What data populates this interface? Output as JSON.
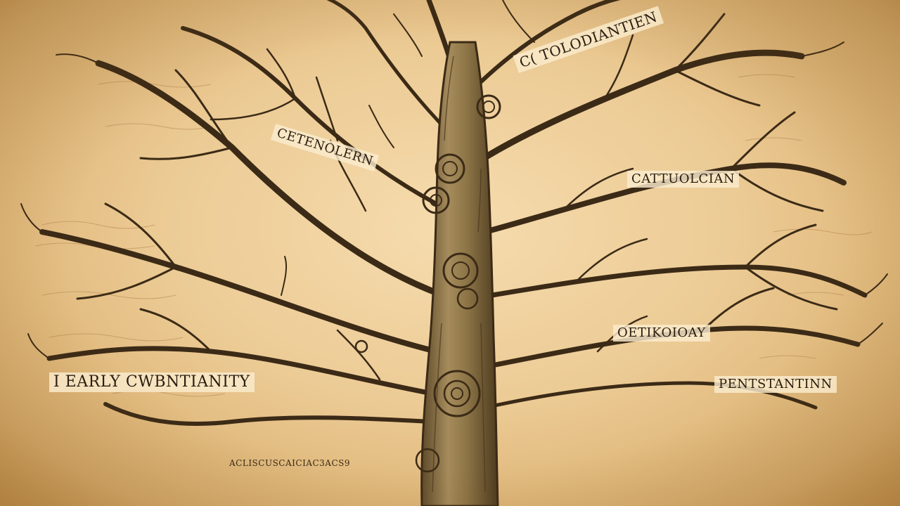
{
  "labels": {
    "top": "C( TOLODIANTIEN",
    "left": "CETENOLERN",
    "right": "CATTUOLCIAN",
    "ortho": "OETIKOIOAY",
    "protest": "PENTSTANTINN",
    "early": "I EARLY CWBNTIANITY",
    "small": "ACLISCUSCAICIAC3ACS9"
  },
  "colors": {
    "parchment": "#f0d2a0",
    "ink": "#3b2a16",
    "trunk": "#8c7446",
    "label_bg": "#faeccd"
  }
}
